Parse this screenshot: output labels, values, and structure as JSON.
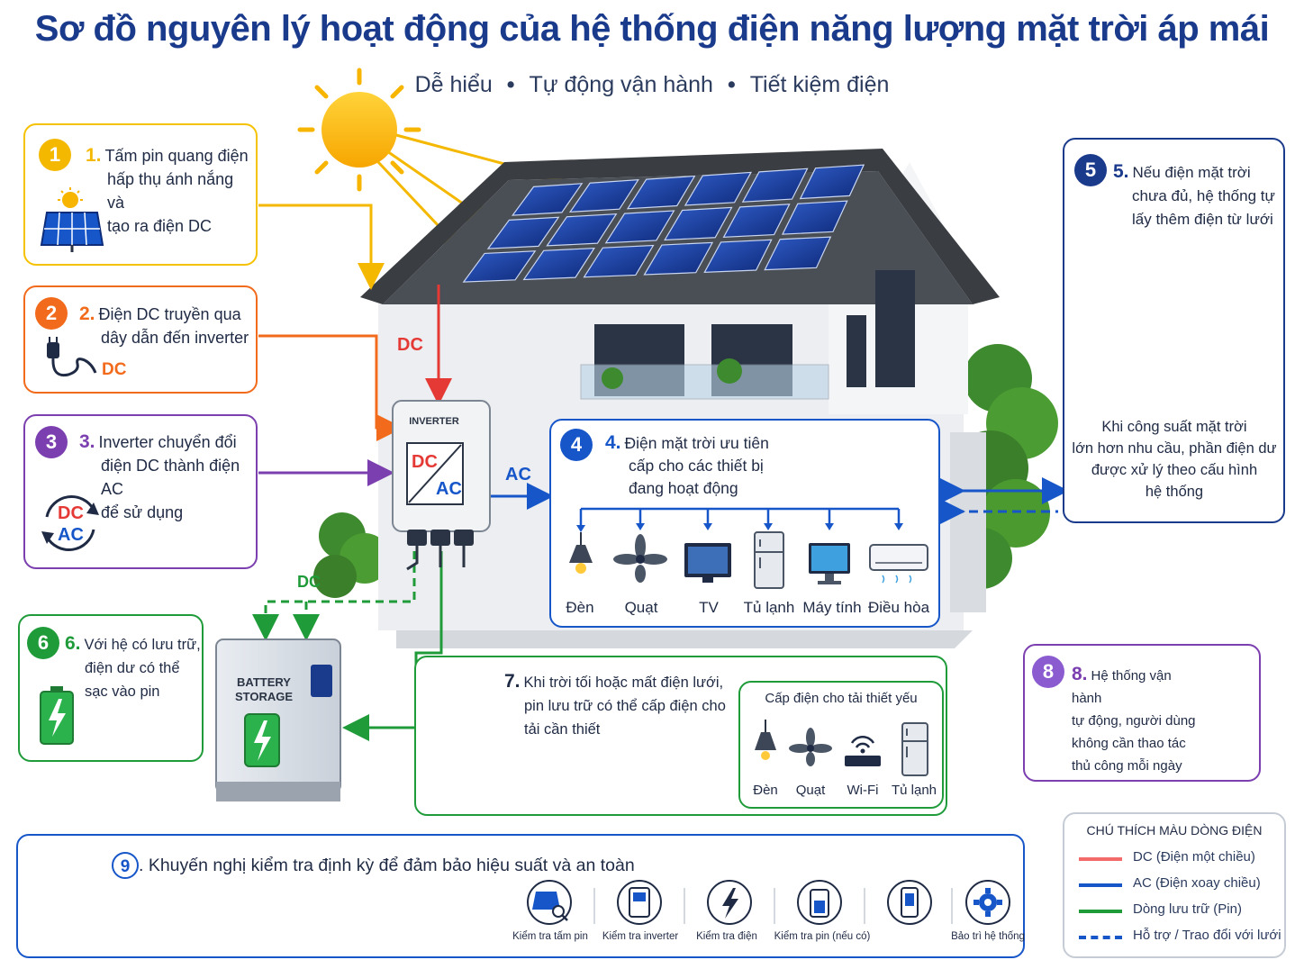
{
  "title": "Sơ đồ nguyên lý hoạt động của hệ thống điện năng lượng mặt trời áp mái",
  "subtitle": {
    "a": "Dễ hiểu",
    "b": "Tự động vận hành",
    "c": "Tiết kiệm điện",
    "sep": "•"
  },
  "colors": {
    "step1": "#f5b800",
    "step2": "#f26a1b",
    "step3": "#7b3fb0",
    "step4": "#1656c9",
    "step5": "#1a3a8c",
    "step6": "#1f9b3a",
    "step7": "#1f9b3a",
    "step8": "#7b3fb0",
    "dc": "#e53935",
    "ac": "#1656c9",
    "battery": "#1f9b3a"
  },
  "steps": {
    "s1": {
      "n": "1",
      "head": "1.",
      "l1": "Tấm pin quang điện",
      "l2": "hấp thụ ánh nắng và",
      "l3": "tạo ra điện DC"
    },
    "s2": {
      "n": "2",
      "head": "2.",
      "l1": "Điện DC truyền qua",
      "l2": "dây dẫn đến inverter",
      "tag": "DC"
    },
    "s3": {
      "n": "3",
      "head": "3.",
      "l1": "Inverter chuyển đổi",
      "l2": "điện DC thành điện AC",
      "l3": "để sử dụng",
      "dc": "DC",
      "ac": "AC"
    },
    "s4": {
      "n": "4",
      "head": "4.",
      "l1": "Điện mặt trời ưu tiên",
      "l2": "cấp cho các thiết bị",
      "l3": "đang hoạt động"
    },
    "s5": {
      "n": "5",
      "head": "5.",
      "l1": "Nếu điện mặt trời",
      "l2": "chưa đủ, hệ thống tự",
      "l3": "lấy thêm điện từ lưới",
      "b1": "Khi công suất mặt trời",
      "b2": "lớn hơn nhu cầu, phần điện dư",
      "b3": "được xử lý theo cấu hình",
      "b4": "hệ thống"
    },
    "s6": {
      "n": "6",
      "head": "6.",
      "l1": "Với hệ có lưu trữ,",
      "l2": "điện dư có thể",
      "l3": "sạc vào pin"
    },
    "s7": {
      "n": "7",
      "head": "7.",
      "l1": "Khi trời tối hoặc mất điện lưới,",
      "l2": "pin lưu trữ có thể cấp điện cho",
      "l3": "tải cần thiết",
      "sub": "Cấp điện cho tải thiết yếu"
    },
    "s8": {
      "n": "8",
      "head": "8.",
      "l1": "Hệ thống vận hành",
      "l2": "tự động, người dùng",
      "l3": "không cần thao tác",
      "l4": "thủ công mỗi ngày"
    },
    "s9": {
      "n": "9",
      "text": ". Khuyến nghị kiểm tra định kỳ để đảm bảo hiệu suất và an toàn"
    }
  },
  "labels": {
    "dc_wire": "DC",
    "dc_green": "DC",
    "ac_wire": "AC",
    "inverter": "INVERTER",
    "inv_dc": "DC",
    "inv_ac": "AC",
    "battery1": "BATTERY",
    "battery2": "STORAGE"
  },
  "appliances": [
    "Đèn",
    "Quạt",
    "TV",
    "Tủ lạnh",
    "Máy tính",
    "Điều hòa"
  ],
  "essential": [
    "Đèn",
    "Quạt",
    "Wi-Fi",
    "Tủ lạnh"
  ],
  "checks": [
    "Kiểm tra tấm pin",
    "Kiểm tra inverter",
    "Kiểm tra điện",
    "Kiểm tra pin (nếu có)",
    "Bảo trì hệ thống"
  ],
  "legend": {
    "title": "CHÚ THÍCH MÀU DÒNG ĐIỆN",
    "dc": "DC   (Điện một chiều)",
    "ac": "AC   (Điện xoay chiều)",
    "bat": "Dòng lưu trữ (Pin)",
    "grid": "Hỗ trợ / Trao đổi với lưới"
  }
}
